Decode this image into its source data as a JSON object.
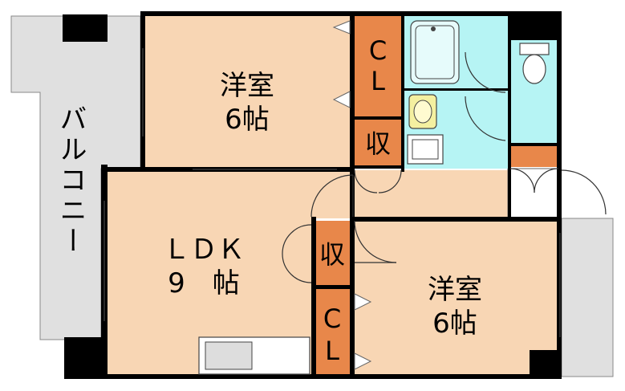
{
  "plan": {
    "colors": {
      "room_floor": "#f8d6b4",
      "closet": "#e8874a",
      "wet_area": "#b6f4f4",
      "balcony": "#e0e0e0",
      "wall": "#000000",
      "background": "#ffffff"
    },
    "rooms": {
      "west_room": {
        "name": "洋室",
        "size": "6帖"
      },
      "ldk": {
        "name": "ＬＤＫ",
        "size": "9　帖"
      },
      "east_room": {
        "name": "洋室",
        "size": "6帖"
      },
      "balcony": {
        "name": "バルコニー"
      }
    },
    "closets": {
      "upper_cl": {
        "line1": "C",
        "line2": "L"
      },
      "upper_storage": {
        "label": "収"
      },
      "mid_storage": {
        "label": "収"
      },
      "lower_cl": {
        "line1": "C",
        "line2": "L"
      }
    },
    "fixtures": [
      "bathtub-icon",
      "toilet-icon",
      "washbasin-icon",
      "washing-machine-icon",
      "kitchen-counter-icon"
    ]
  }
}
